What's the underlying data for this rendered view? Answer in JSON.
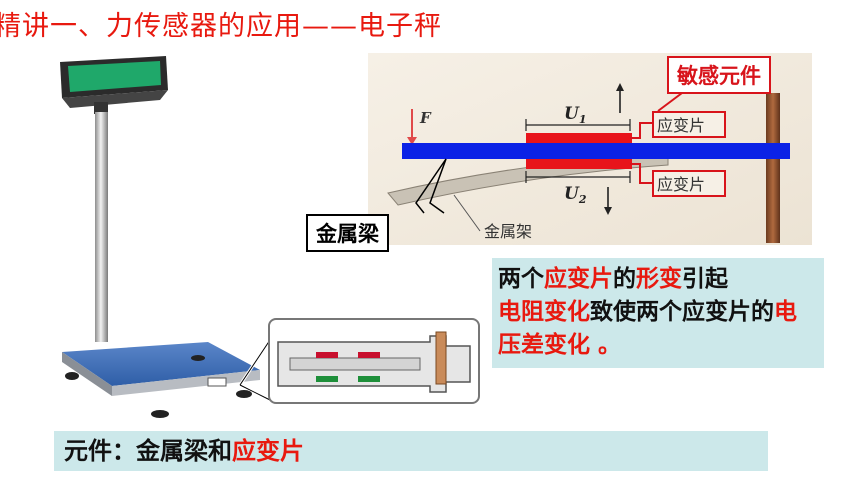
{
  "title": "精讲一、力传感器的应用——电子秤",
  "diagram": {
    "sensitive_element_label": "敏感元件",
    "strain_gauge_label_top": "应变片",
    "strain_gauge_label_bottom": "应变片",
    "metal_beam_label": "金属梁",
    "metal_frame_label": "金属架",
    "force_label": "F",
    "u1_label": "U",
    "u1_sub": "1",
    "u2_label": "U",
    "u2_sub": "2"
  },
  "callout": {
    "part1": "两个",
    "part2": "应变片",
    "part3": "的",
    "part4": "形变",
    "part5": "引起",
    "part6": "电阻变化",
    "part7": "致使两个应变片的",
    "part8": "电压差变化 。"
  },
  "component_bar": {
    "prefix": "元件：金属梁和",
    "highlight": "应变片"
  },
  "colors": {
    "title": "#e8190f",
    "highlight_red": "#e8190f",
    "beam_blue": "#0b22e6",
    "strain_red": "#e8141b",
    "panel_bg": "#cce8ea",
    "scale_blue": "#3c6fb8",
    "display_green": "#1fa86a"
  }
}
